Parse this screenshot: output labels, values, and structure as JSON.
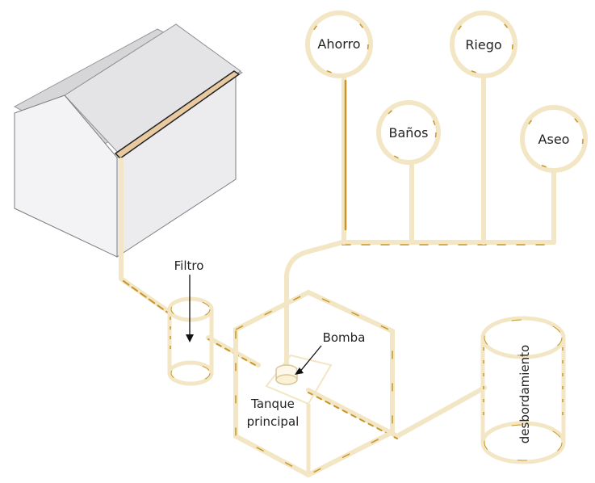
{
  "uses": {
    "ahorro": "Ahorro",
    "riego": "Riego",
    "banos": "Baños",
    "aseo": "Aseo"
  },
  "components": {
    "filtro": "Filtro",
    "bomba": "Bomba",
    "tanque_line1": "Tanque",
    "tanque_line2": "principal",
    "desbordamiento": "desbordamiento"
  },
  "colors": {
    "pipe": "#f3e6c4",
    "pipe_dark": "#c8952a",
    "roof_gutter": "#e8c9a0",
    "house_front": "#f4f4f6",
    "house_side": "#e9e9ec",
    "roof": "#d9d9dc"
  }
}
